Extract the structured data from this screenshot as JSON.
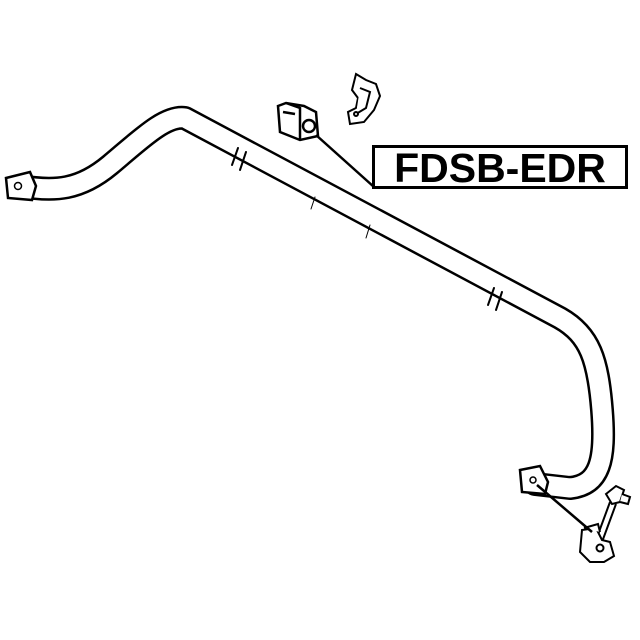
{
  "diagram": {
    "part_number": "FDSB-EDR",
    "colors": {
      "line": "#000000",
      "background": "#ffffff"
    },
    "components": [
      "stabilizer-bar",
      "bushing",
      "bushing-bracket",
      "stabilizer-link"
    ]
  }
}
